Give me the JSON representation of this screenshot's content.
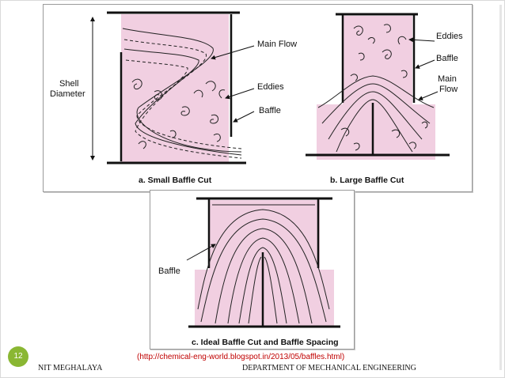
{
  "diagram_a": {
    "label_shell": "Shell",
    "label_diameter": "Diameter",
    "label_main_flow": "Main Flow",
    "label_eddies": "Eddies",
    "label_baffle": "Baffle",
    "caption": "a. Small Baffle Cut"
  },
  "diagram_b": {
    "label_eddies": "Eddies",
    "label_baffle": "Baffle",
    "label_main": "Main",
    "label_flow": "Flow",
    "caption": "b. Large Baffle Cut"
  },
  "diagram_c": {
    "label_baffle": "Baffle",
    "caption": "c. Ideal Baffle Cut and Baffle Spacing"
  },
  "footer": {
    "slide_number": "12",
    "source": "(http://chemical-eng-world.blogspot.in/2013/05/baffles.html)",
    "left": "NIT MEGHALAYA",
    "right": "DEPARTMENT OF MECHANICAL ENGINEERING"
  },
  "colors": {
    "fluid": "#f1cfe1",
    "accent": "#8ab733",
    "source_text": "#c00000"
  }
}
